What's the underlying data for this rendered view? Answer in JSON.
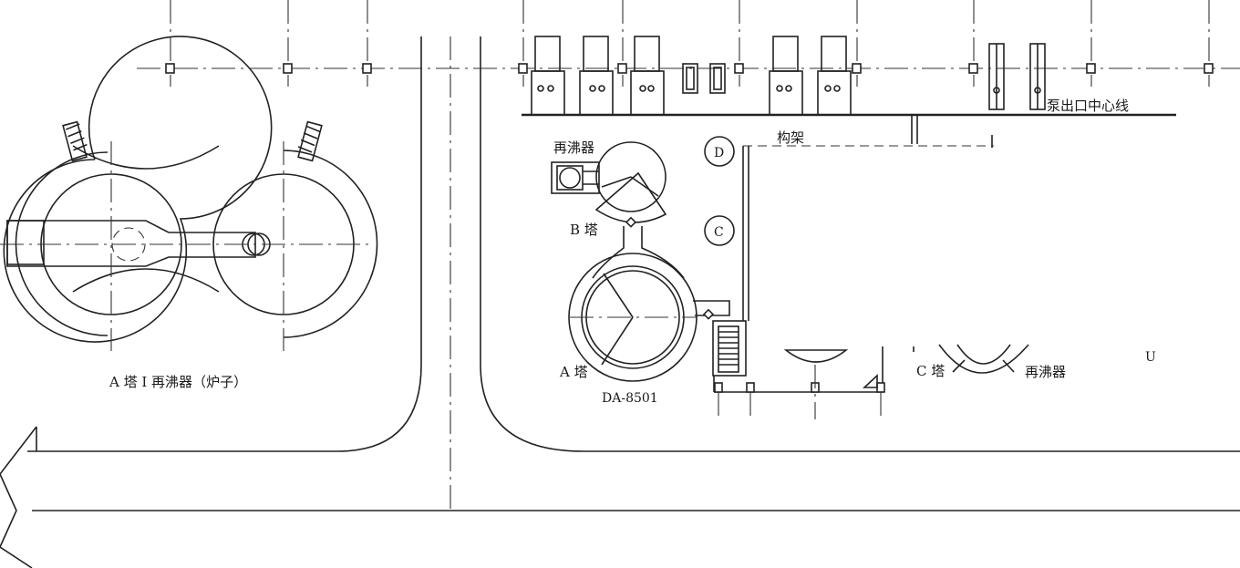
{
  "labels": {
    "reboiler_a_furnace": "A 塔 I 再沸器（炉子）",
    "reboiler_top": "再沸器",
    "tower_b": "B 塔",
    "tower_a": "A 塔",
    "tower_tag": "DA-8501",
    "tower_c": "C 塔",
    "reboiler_c": "再沸器",
    "pump_outlet_centerline": "泵出口中心线",
    "structure_frame": "构架",
    "column_d": "D",
    "column_c": "C"
  }
}
